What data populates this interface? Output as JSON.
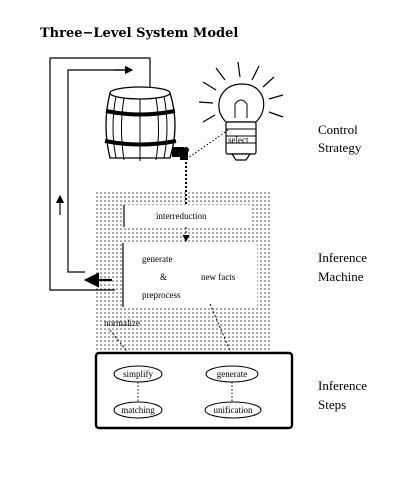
{
  "title": "Three−Level System Model",
  "side_labels": {
    "control": [
      "Control",
      "Strategy"
    ],
    "inference_machine": [
      "Inference",
      "Machine"
    ],
    "inference_steps": [
      "Inference",
      "Steps"
    ]
  },
  "bulb_label": "select",
  "machine": {
    "interreduction": "interreduction",
    "generate": "generate",
    "ampersand": "&",
    "preprocess": "preprocess",
    "new_facts": "new facts",
    "normalize": "normalize"
  },
  "steps": {
    "simplify": "simplify",
    "generate": "generate",
    "matching": "matching",
    "unification": "unification"
  },
  "colors": {
    "ink": "#000000",
    "dots": "#333333",
    "background": "#ffffff"
  }
}
